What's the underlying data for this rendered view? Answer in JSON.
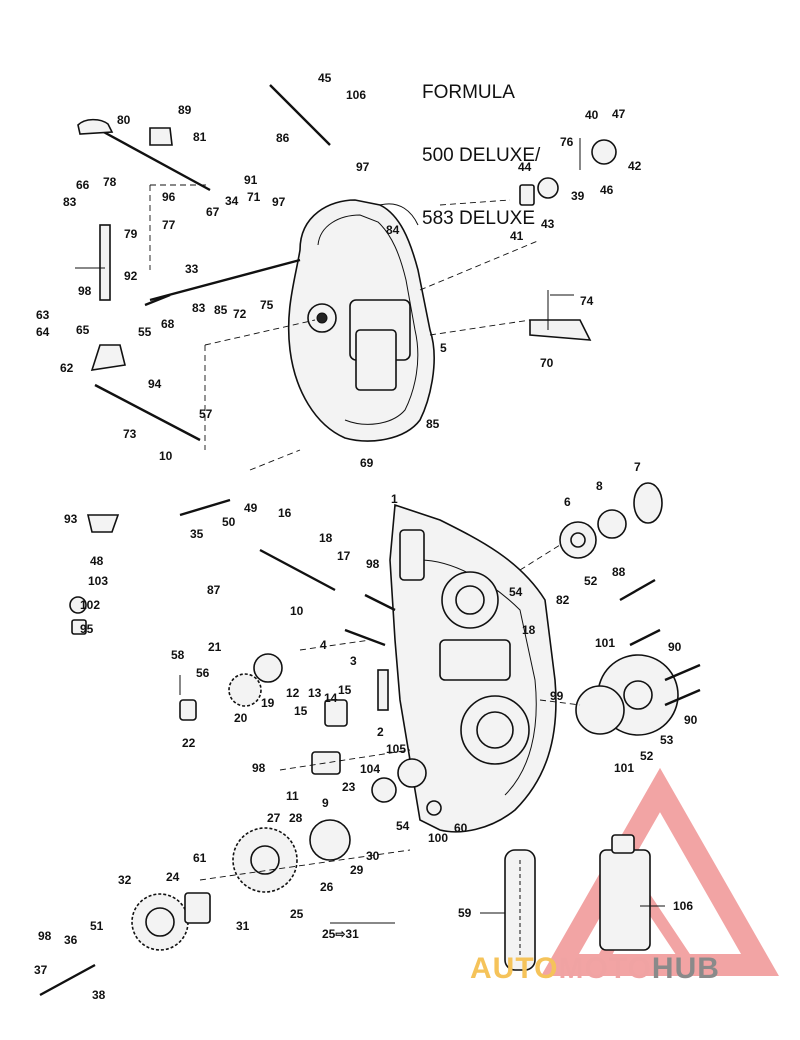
{
  "title_lines": [
    "FORMULA",
    "500 DELUXE/",
    "583 DELUXE"
  ],
  "watermark": {
    "part1": "AUTO",
    "part2": "MOTO",
    "part3": "HUB"
  },
  "colors": {
    "ink": "#111111",
    "watermark_red": "#e85a5a",
    "watermark_yellow": "#f5c35a",
    "watermark_gray": "#8a8a8a"
  },
  "callouts": [
    "45",
    "106",
    "86",
    "89",
    "80",
    "81",
    "76",
    "40",
    "47",
    "42",
    "46",
    "39",
    "44",
    "43",
    "41",
    "97",
    "84",
    "91",
    "71",
    "96",
    "67",
    "34",
    "77",
    "97",
    "66",
    "78",
    "83",
    "79",
    "33",
    "92",
    "98",
    "63",
    "64",
    "65",
    "55",
    "68",
    "83",
    "85",
    "72",
    "75",
    "74",
    "70",
    "62",
    "94",
    "5",
    "57",
    "73",
    "85",
    "69",
    "10",
    "35",
    "50",
    "49",
    "1",
    "6",
    "8",
    "7",
    "16",
    "18",
    "17",
    "98",
    "93",
    "48",
    "87",
    "10",
    "54",
    "52",
    "88",
    "82",
    "18",
    "101",
    "103",
    "102",
    "95",
    "4",
    "3",
    "58",
    "21",
    "56",
    "90",
    "99",
    "90",
    "20",
    "19",
    "22",
    "12",
    "13",
    "14",
    "15",
    "15",
    "2",
    "53",
    "52",
    "101",
    "105",
    "98",
    "104",
    "11",
    "9",
    "23",
    "54",
    "60",
    "100",
    "27",
    "28",
    "30",
    "29",
    "61",
    "26",
    "24",
    "32",
    "25",
    "31",
    "106",
    "59",
    "25⇨31",
    "98",
    "36",
    "51",
    "37",
    "38"
  ]
}
